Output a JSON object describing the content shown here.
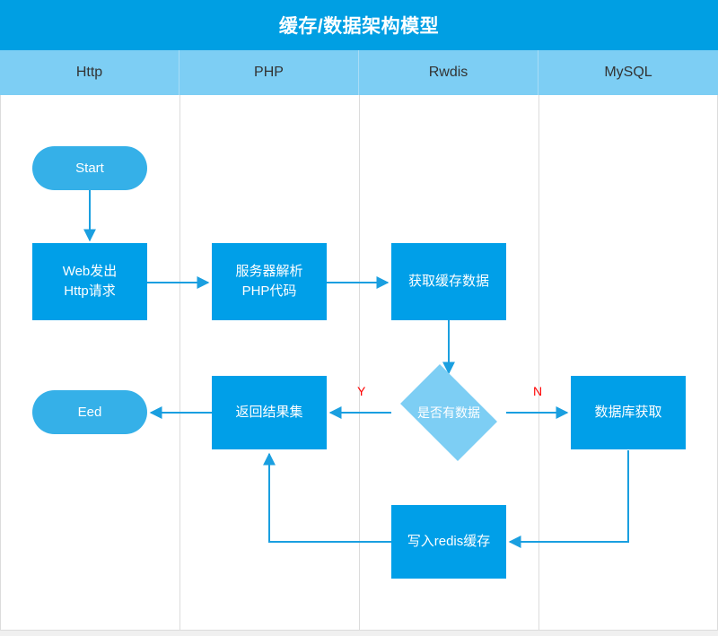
{
  "header": {
    "title": "缓存/数据架构模型",
    "bg_color": "#009fe3",
    "text_color": "#ffffff"
  },
  "lanes": {
    "band_color": "#7dcef4",
    "items": [
      {
        "label": "Http"
      },
      {
        "label": "PHP"
      },
      {
        "label": "Rwdis"
      },
      {
        "label": "MySQL"
      }
    ]
  },
  "palette": {
    "process_fill": "#009fe8",
    "terminator_fill": "#35b0e8",
    "decision_fill": "#7dcef4",
    "connector": "#1a9fe0",
    "edge_label": "#ff0000",
    "lane_divider": "#dcdcdc",
    "canvas_bg": "#f0f0f0",
    "body_bg": "#ffffff"
  },
  "nodes": [
    {
      "id": "start",
      "label": "Start",
      "type": "terminator",
      "lane": "Http"
    },
    {
      "id": "web",
      "label": "Web发出\nHttp请求",
      "line1": "Web发出",
      "line2": "Http请求",
      "type": "process",
      "lane": "Http"
    },
    {
      "id": "php",
      "line1": "服务器解析",
      "line2": "PHP代码",
      "type": "process",
      "lane": "PHP"
    },
    {
      "id": "cache",
      "label": "获取缓存数据",
      "type": "process",
      "lane": "Rwdis"
    },
    {
      "id": "decision",
      "label": "是否有数据",
      "type": "decision",
      "lane": "Rwdis"
    },
    {
      "id": "result",
      "label": "返回结果集",
      "type": "process",
      "lane": "PHP"
    },
    {
      "id": "end",
      "label": "Eed",
      "type": "terminator",
      "lane": "Http"
    },
    {
      "id": "db",
      "label": "数据库获取",
      "type": "process",
      "lane": "MySQL"
    },
    {
      "id": "redis",
      "label": "写入redis缓存",
      "type": "process",
      "lane": "Rwdis"
    }
  ],
  "edges": [
    {
      "from": "start",
      "to": "web",
      "label": ""
    },
    {
      "from": "web",
      "to": "php",
      "label": ""
    },
    {
      "from": "php",
      "to": "cache",
      "label": ""
    },
    {
      "from": "cache",
      "to": "decision",
      "label": ""
    },
    {
      "from": "decision",
      "to": "result",
      "label": "Y"
    },
    {
      "from": "decision",
      "to": "db",
      "label": "N"
    },
    {
      "from": "result",
      "to": "end",
      "label": ""
    },
    {
      "from": "db",
      "to": "redis",
      "label": ""
    },
    {
      "from": "redis",
      "to": "result",
      "label": ""
    }
  ]
}
